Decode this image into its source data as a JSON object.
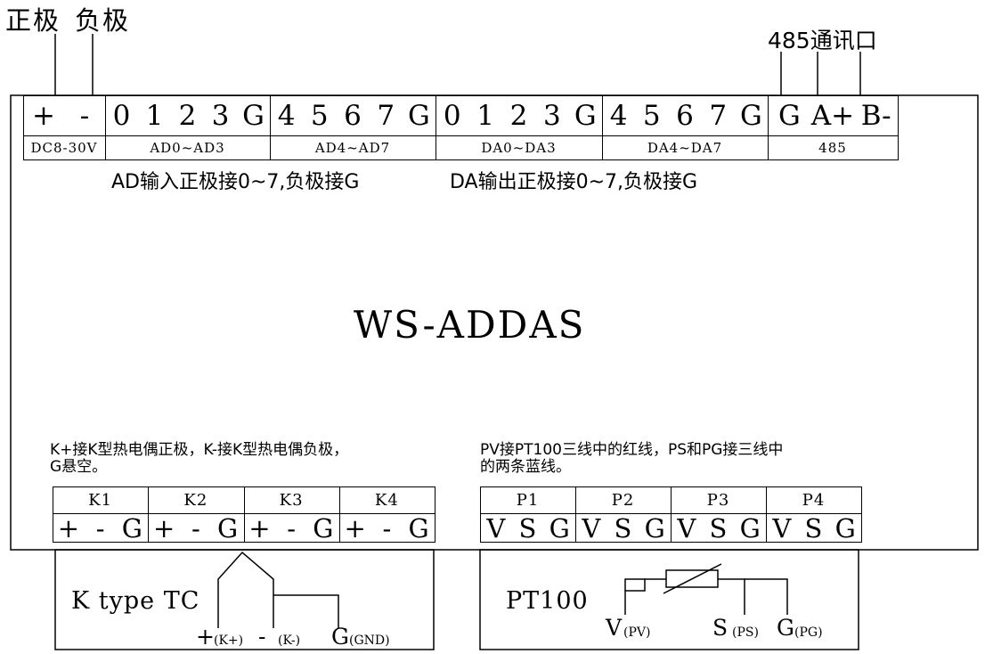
{
  "top_labels": {
    "positive": "正极",
    "negative": "负极",
    "port485": "485通讯口"
  },
  "main_terminals": [
    {
      "pins": [
        "+",
        "-"
      ],
      "label": "DC8-30V"
    },
    {
      "pins": [
        "0",
        "1",
        "2",
        "3",
        "G"
      ],
      "label": "AD0~AD3"
    },
    {
      "pins": [
        "4",
        "5",
        "6",
        "7",
        "G"
      ],
      "label": "AD4~AD7"
    },
    {
      "pins": [
        "0",
        "1",
        "2",
        "3",
        "G"
      ],
      "label": "DA0~DA3"
    },
    {
      "pins": [
        "4",
        "5",
        "6",
        "7",
        "G"
      ],
      "label": "DA4~DA7"
    },
    {
      "pins": [
        "G",
        "A+",
        "B-"
      ],
      "label": "485"
    }
  ],
  "notes": {
    "ad": "AD输入正极接0~7,负极接G",
    "da": "DA输出正极接0~7,负极接G"
  },
  "device_name": "WS-ADDAS",
  "k_note": [
    "K+接K型热电偶正极，K-接K型热电偶负极，",
    "G悬空。"
  ],
  "p_note": [
    "PV接PT100三线中的红线，PS和PG接三线中",
    "的两条蓝线。"
  ],
  "k_terminals": [
    {
      "label": "K1",
      "pins": [
        "+",
        "-",
        "G"
      ]
    },
    {
      "label": "K2",
      "pins": [
        "+",
        "-",
        "G"
      ]
    },
    {
      "label": "K3",
      "pins": [
        "+",
        "-",
        "G"
      ]
    },
    {
      "label": "K4",
      "pins": [
        "+",
        "-",
        "G"
      ]
    }
  ],
  "p_terminals": [
    {
      "label": "P1",
      "pins": [
        "V",
        "S",
        "G"
      ]
    },
    {
      "label": "P2",
      "pins": [
        "V",
        "S",
        "G"
      ]
    },
    {
      "label": "P3",
      "pins": [
        "V",
        "S",
        "G"
      ]
    },
    {
      "label": "P4",
      "pins": [
        "V",
        "S",
        "G"
      ]
    }
  ],
  "k_diagram": {
    "title": "K type TC",
    "plus": "+",
    "plus_sub": "(K+)",
    "minus": "-",
    "minus_sub": "(K-)",
    "g": "G",
    "g_sub": "(GND)"
  },
  "pt_diagram": {
    "title": "PT100",
    "v": "V",
    "v_sub": "(PV)",
    "s": "S",
    "s_sub": "(PS)",
    "g": "G",
    "g_sub": "(PG)"
  }
}
